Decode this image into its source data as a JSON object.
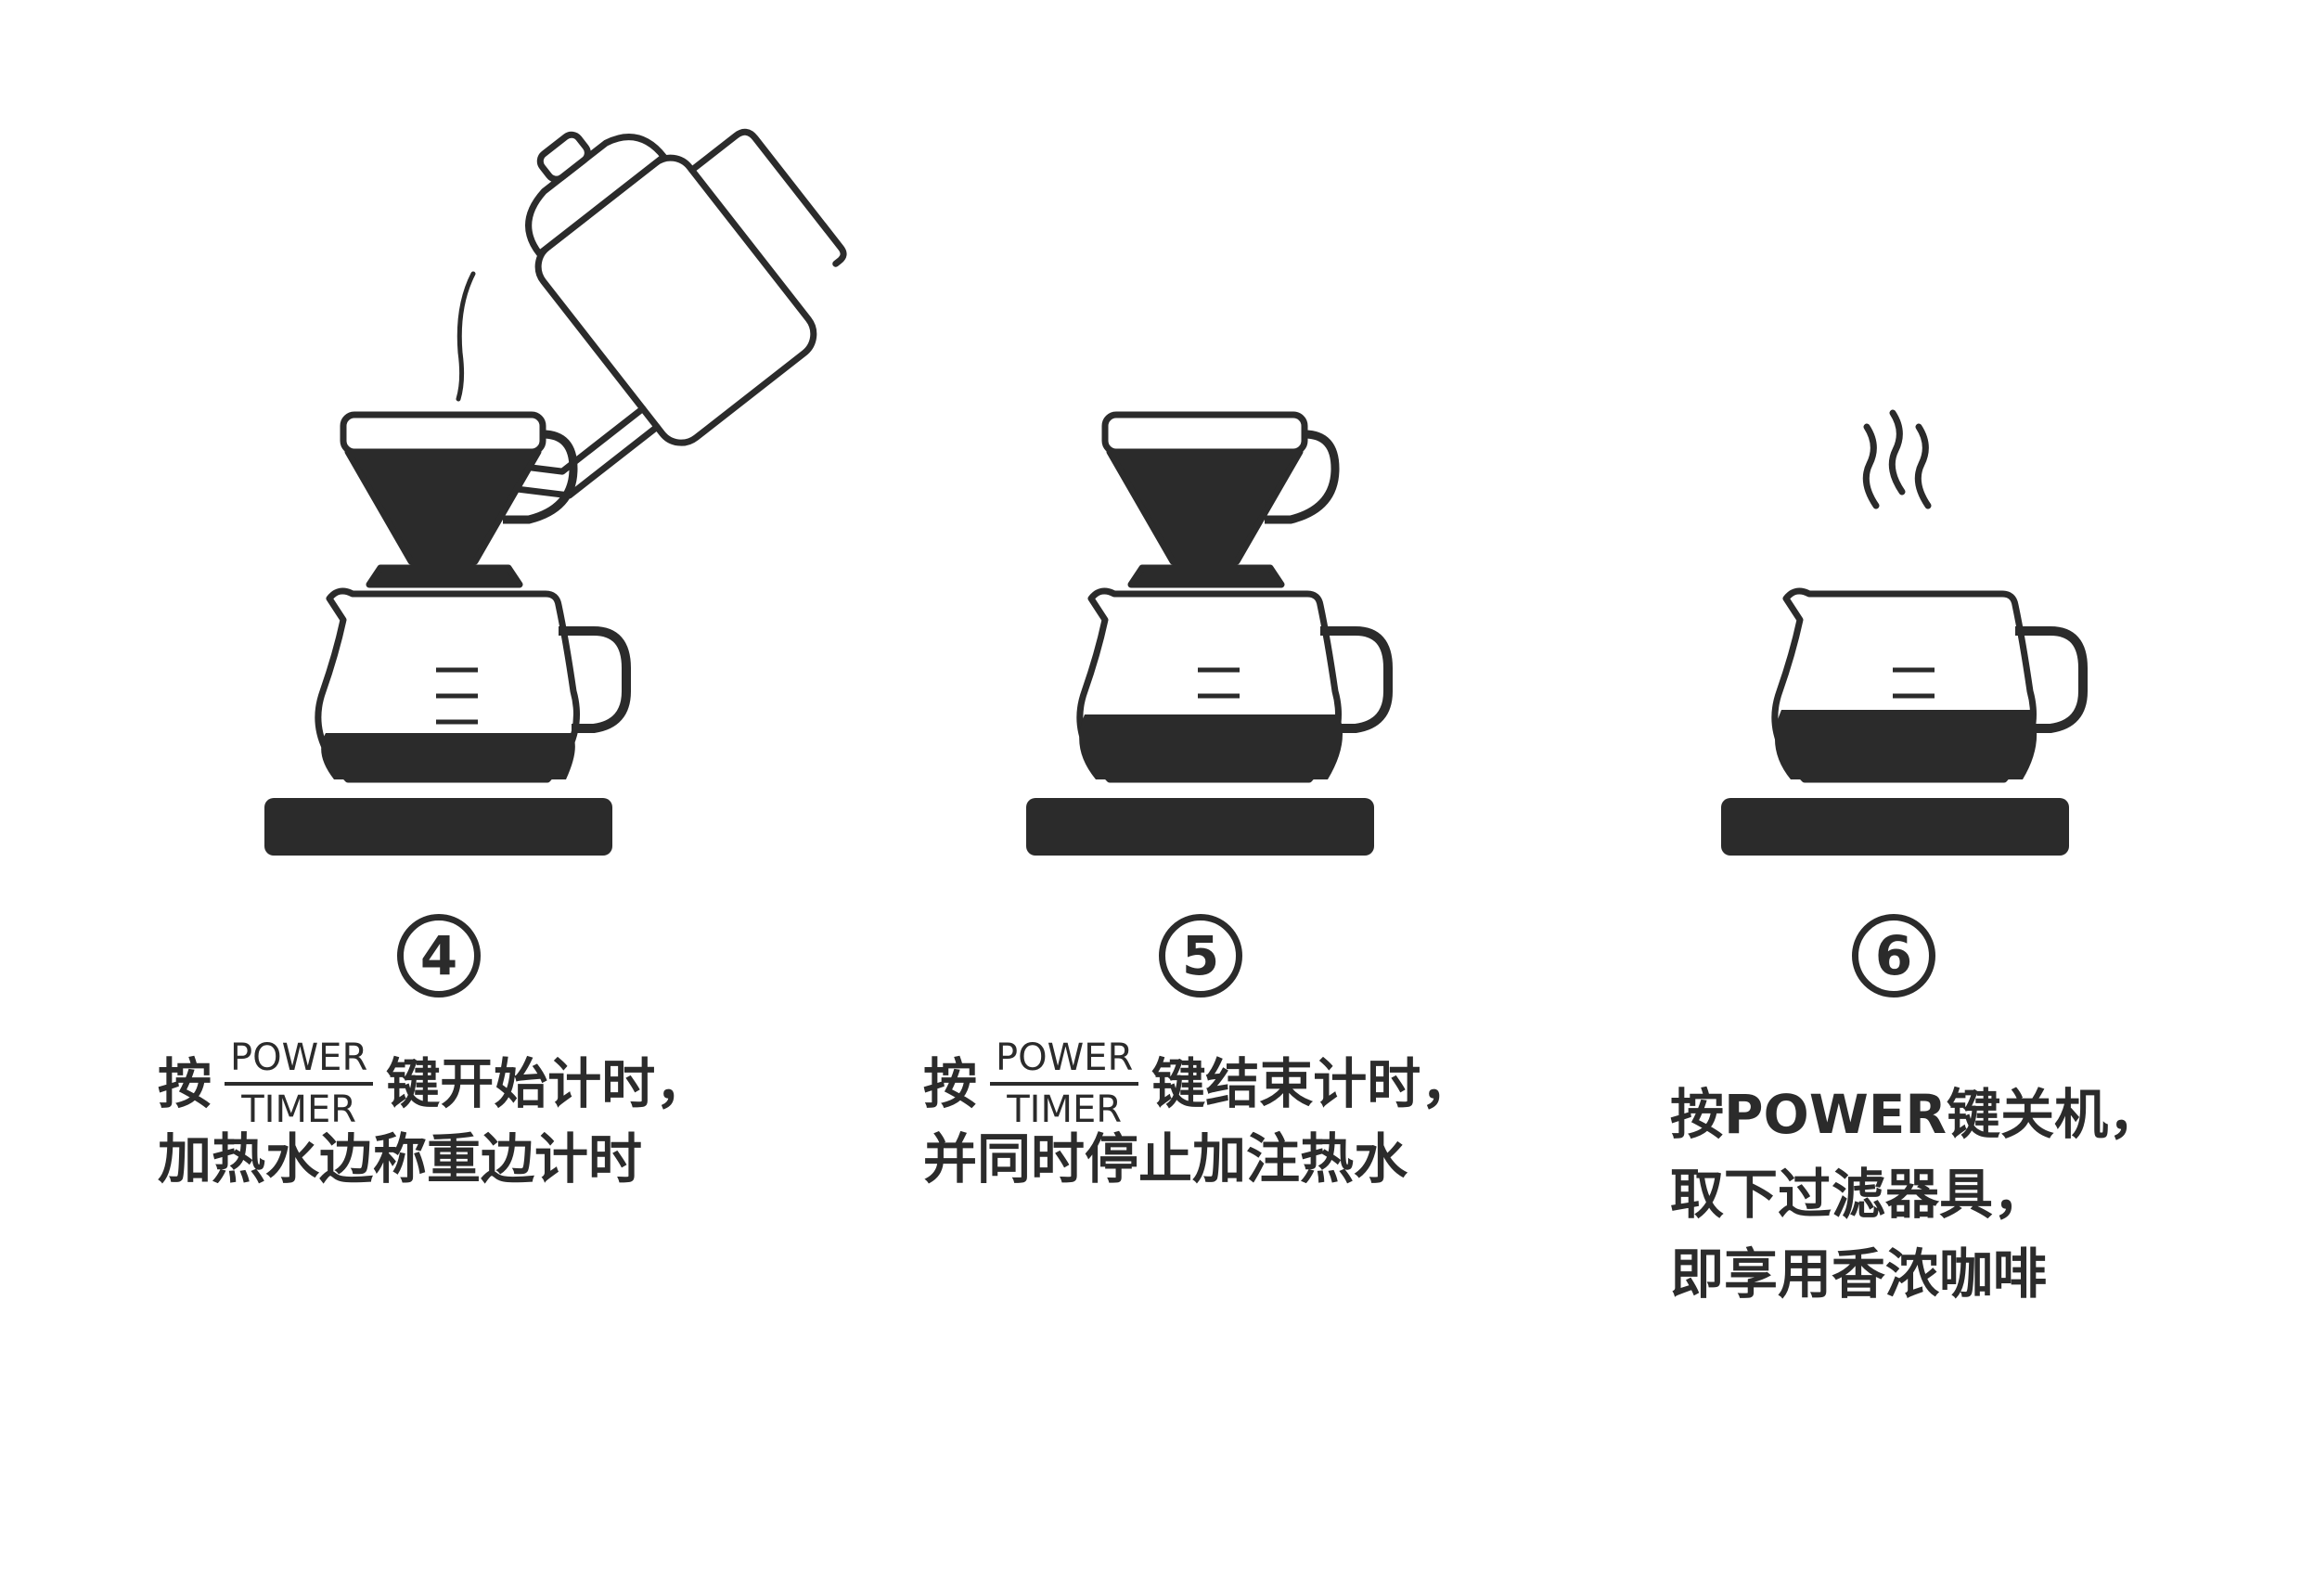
{
  "steps": [
    {
      "number": "4",
      "caption_line1_prefix": "按",
      "fraction_top": "POWER",
      "fraction_bottom": "TIMER",
      "caption_line1_suffix": "键开始计时，",
      "caption_line2": "加热水边称重边计时"
    },
    {
      "number": "5",
      "caption_line1_prefix": "按",
      "fraction_top": "POWER",
      "fraction_bottom": "TIMER",
      "caption_line1_suffix": "键结束计时，",
      "caption_line2": "并同时停止加注热水"
    },
    {
      "number": "6",
      "caption_line1": "按POWER键关机，",
      "caption_line2": "取下过滤器具，",
      "caption_line3": "即享用香浓咖啡"
    }
  ],
  "colors": {
    "ink": "#2b2b2b",
    "background": "#ffffff"
  },
  "icons": [
    "kettle-icon",
    "dripper-icon",
    "server-icon",
    "scale-icon",
    "steam-icon"
  ]
}
